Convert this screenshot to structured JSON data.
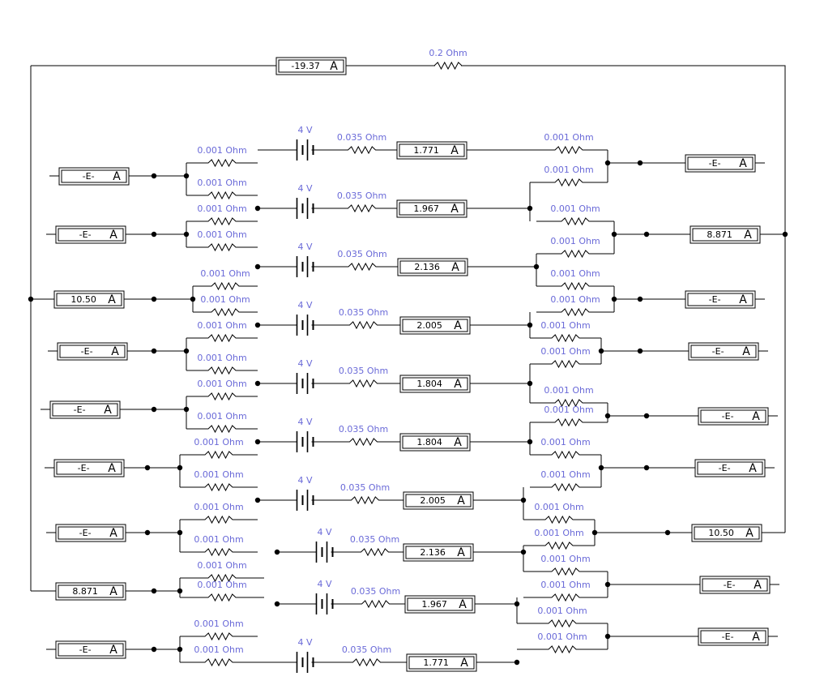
{
  "top_meter": {
    "value": "-19.37",
    "unit": "A"
  },
  "top_resistor": "0.2  Ohm",
  "branches": [
    {
      "battery": "4 V",
      "internal": "0.035  Ohm",
      "current": "1.771",
      "unit": "A",
      "r_in_top": "0.001  Ohm",
      "r_in_bot": "0.001  Ohm",
      "r_out_top": "0.001  Ohm",
      "r_out_bot": "0.001  Ohm"
    },
    {
      "battery": "4 V",
      "internal": "0.035  Ohm",
      "current": "1.967",
      "unit": "A",
      "r_in_top": "0.001  Ohm",
      "r_in_bot": "0.001  Ohm",
      "r_out_top": "0.001  Ohm",
      "r_out_bot": "0.001  Ohm"
    },
    {
      "battery": "4 V",
      "internal": "0.035  Ohm",
      "current": "2.136",
      "unit": "A",
      "r_in_top": "0.001  Ohm",
      "r_in_bot": "0.001  Ohm",
      "r_out_top": "0.001  Ohm",
      "r_out_bot": "0.001  Ohm"
    },
    {
      "battery": "4 V",
      "internal": "0.035  Ohm",
      "current": "2.005",
      "unit": "A",
      "r_in_top": "0.001  Ohm",
      "r_in_bot": "0.001  Ohm",
      "r_out_top": "0.001  Ohm",
      "r_out_bot": "0.001  Ohm"
    },
    {
      "battery": "4 V",
      "internal": "0.035  Ohm",
      "current": "1.804",
      "unit": "A",
      "r_in_top": "0.001  Ohm",
      "r_in_bot": "0.001  Ohm",
      "r_out_top": "0.001  Ohm",
      "r_out_bot": "0.001  Ohm"
    },
    {
      "battery": "4 V",
      "internal": "0.035  Ohm",
      "current": "1.804",
      "unit": "A",
      "r_in_top": "0.001  Ohm",
      "r_in_bot": "0.001  Ohm",
      "r_out_top": "0.001  Ohm",
      "r_out_bot": "0.001  Ohm"
    },
    {
      "battery": "4 V",
      "internal": "0.035  Ohm",
      "current": "2.005",
      "unit": "A",
      "r_in_top": "0.001  Ohm",
      "r_in_bot": "0.001  Ohm",
      "r_out_top": "0.001  Ohm",
      "r_out_bot": "0.001  Ohm"
    },
    {
      "battery": "4 V",
      "internal": "0.035  Ohm",
      "current": "2.136",
      "unit": "A",
      "r_in_top": "0.001  Ohm",
      "r_in_bot": "0.001  Ohm",
      "r_out_top": "0.001  Ohm",
      "r_out_bot": "0.001  Ohm"
    },
    {
      "battery": "4 V",
      "internal": "0.035  Ohm",
      "current": "1.967",
      "unit": "A",
      "r_in_top": "0.001  Ohm",
      "r_in_bot": "0.001  Ohm",
      "r_out_top": "0.001  Ohm",
      "r_out_bot": "0.001  Ohm"
    },
    {
      "battery": "4 V",
      "internal": "0.035  Ohm",
      "current": "1.771",
      "unit": "A",
      "r_in_top": "0.001  Ohm",
      "r_in_bot": "0.001  Ohm",
      "r_out_top": "0.001  Ohm",
      "r_out_bot": "0.001  Ohm"
    }
  ],
  "left_meters": [
    {
      "value": "-E-",
      "unit": "A"
    },
    {
      "value": "-E-",
      "unit": "A"
    },
    {
      "value": "10.50",
      "unit": "A"
    },
    {
      "value": "-E-",
      "unit": "A"
    },
    {
      "value": "-E-",
      "unit": "A"
    },
    {
      "value": "-E-",
      "unit": "A"
    },
    {
      "value": "-E-",
      "unit": "A"
    },
    {
      "value": "8.871",
      "unit": "A"
    },
    {
      "value": "-E-",
      "unit": "A"
    }
  ],
  "right_meters": [
    {
      "value": "-E-",
      "unit": "A"
    },
    {
      "value": "8.871",
      "unit": "A"
    },
    {
      "value": "-E-",
      "unit": "A"
    },
    {
      "value": "-E-",
      "unit": "A"
    },
    {
      "value": "-E-",
      "unit": "A"
    },
    {
      "value": "-E-",
      "unit": "A"
    },
    {
      "value": "10.50",
      "unit": "A"
    },
    {
      "value": "-E-",
      "unit": "A"
    },
    {
      "value": "-E-",
      "unit": "A"
    }
  ]
}
